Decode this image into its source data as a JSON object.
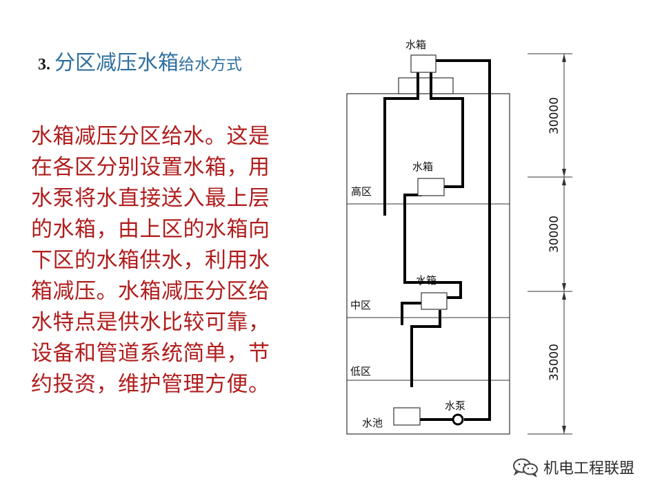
{
  "slide": {
    "title_number": "3.",
    "title_main": "分区减压水箱",
    "title_sub": "给水方式",
    "body": "水箱减压分区给水。这是在各区分别设置水箱，用水泵将水直接送入最上层的水箱，由上区的水箱向下区的水箱供水，利用水箱减压。水箱减压分区给水特点是供水比较可靠，设备和管道系统简单，节约投资，维护管理方便。"
  },
  "diagram": {
    "top_tank_label": "水箱",
    "high_tank_label": "水箱",
    "mid_tank_label": "水箱",
    "zone_high": "高区",
    "zone_mid": "中区",
    "zone_low": "低区",
    "pool_label": "水池",
    "pump_label": "水泵",
    "dim_top": "30000",
    "dim_middle": "30000",
    "dim_bottom": "35000"
  },
  "watermark": {
    "text": "机电工程联盟",
    "icon": "wechat-icon"
  },
  "colors": {
    "title_blue": "#2f6f9f",
    "body_red": "#b01d1d"
  }
}
